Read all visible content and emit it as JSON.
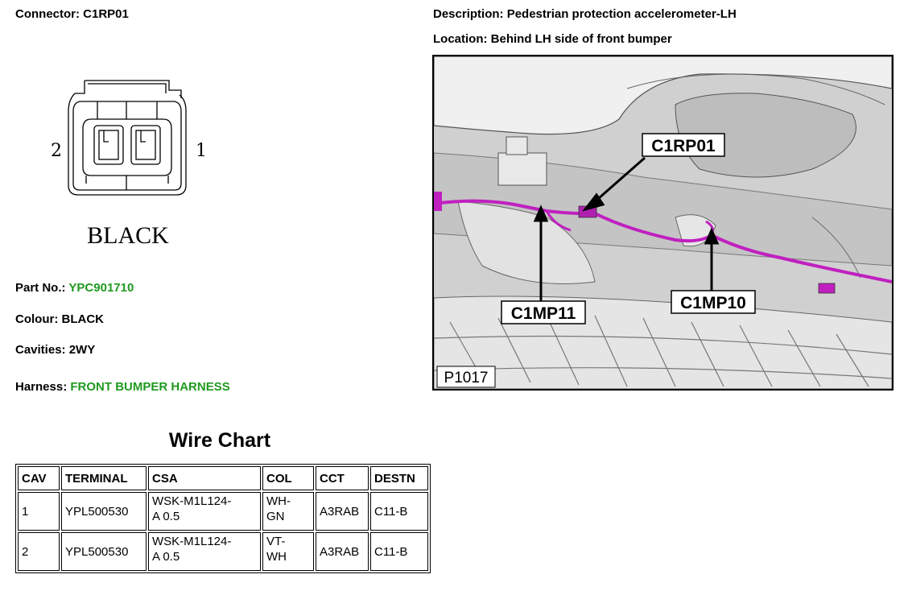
{
  "connector": {
    "label": "Connector:",
    "value": "C1RP01"
  },
  "diagram": {
    "pin_left": "2",
    "pin_right": "1",
    "color_label": "BLACK"
  },
  "description": {
    "label": "Description:",
    "value": "Pedestrian protection accelerometer-LH"
  },
  "location": {
    "label": "Location:",
    "value": "Behind LH side of front bumper"
  },
  "part_no": {
    "label": "Part No.:",
    "value": "YPC901710"
  },
  "colour": {
    "label": "Colour:",
    "value": "BLACK"
  },
  "cavities": {
    "label": "Cavities:",
    "value": "2WY"
  },
  "harness": {
    "label": "Harness:",
    "value": "FRONT BUMPER HARNESS"
  },
  "photo": {
    "callouts": [
      "C1RP01",
      "C1MP11",
      "C1MP10"
    ],
    "figure_id": "P1017",
    "wire_color": "#c020c0"
  },
  "wire_chart": {
    "title": "Wire Chart",
    "headers": [
      "CAV",
      "TERMINAL",
      "CSA",
      "COL",
      "CCT",
      "DESTN"
    ],
    "rows": [
      {
        "cav": "1",
        "terminal": "YPL500530",
        "csa_1": "WSK-M1L124-",
        "csa_2": "A 0.5",
        "col_1": "WH-",
        "col_2": "GN",
        "cct": "A3RAB",
        "destn": "C11-B"
      },
      {
        "cav": "2",
        "terminal": "YPL500530",
        "csa_1": "WSK-M1L124-",
        "csa_2": "A 0.5",
        "col_1": "VT-",
        "col_2": "WH",
        "cct": "A3RAB",
        "destn": "C11-B"
      }
    ]
  },
  "colors": {
    "link_green": "#1f9a1f",
    "harness_magenta": "#c020c0"
  }
}
